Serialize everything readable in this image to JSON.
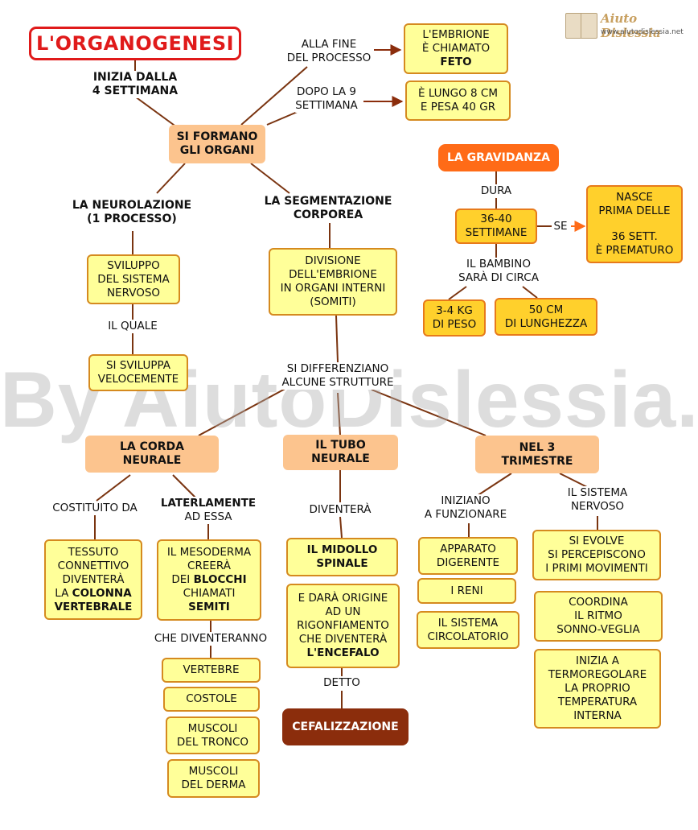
{
  "title": "L'ORGANOGENESI",
  "logo": {
    "name": "Aiuto Dislessia",
    "url": "www.aiutodislessia.net"
  },
  "watermark": "By AiutoDislessia.net",
  "labels": {
    "inizia_1": "INIZIA DALLA",
    "inizia_2": "4 SETTIMANA",
    "alla_fine_1": "ALLA FINE",
    "alla_fine_2": "DEL PROCESSO",
    "dopo_1": "DOPO LA 9",
    "dopo_2": "SETTIMANA",
    "neurolazione_1": "LA NEUROLAZIONE",
    "neurolazione_2": "(1 PROCESSO)",
    "segmentazione_1": "LA SEGMENTAZIONE",
    "segmentazione_2": "CORPOREA",
    "il_quale": "IL QUALE",
    "differenziano_1": "SI DIFFERENZIANO",
    "differenziano_2": "ALCUNE STRUTTURE",
    "costituito": "COSTITUITO DA",
    "laterlamente_1": "LATERLAMENTE",
    "laterlamente_2": "AD ESSA",
    "diventera": "DIVENTERÀ",
    "iniziano_1": "INIZIANO",
    "iniziano_2": "A FUNZIONARE",
    "sistema_1": "IL SISTEMA",
    "sistema_2": "NERVOSO",
    "che_diventeranno": "CHE DIVENTERANNO",
    "detto": "DETTO",
    "dura": "DURA",
    "se": "SE",
    "bambino_1": "IL BAMBINO",
    "bambino_2": "SARÀ DI CIRCA"
  },
  "boxes": {
    "feto_1": "L'EMBRIONE",
    "feto_2": "È CHIAMATO",
    "feto_3": "FETO",
    "lungo_1": "È LUNGO 8 CM",
    "lungo_2": "E PESA 40 GR",
    "organi_1": "SI FORMANO",
    "organi_2": "GLI ORGANI",
    "sviluppo_1": "SVILUPPO",
    "sviluppo_2": "DEL SISTEMA",
    "sviluppo_3": "NERVOSO",
    "divisione_1": "DIVISIONE",
    "divisione_2": "DELL'EMBRIONE",
    "divisione_3": "IN ORGANI INTERNI",
    "divisione_4": "(SOMITI)",
    "velocemente_1": "SI SVILUPPA",
    "velocemente_2": "VELOCEMENTE",
    "corda_1": "LA CORDA",
    "corda_2": "NEURALE",
    "tubo_1": "IL TUBO",
    "tubo_2": "NEURALE",
    "trimestre_1": "NEL 3",
    "trimestre_2": "TRIMESTRE",
    "tessuto_1": "TESSUTO",
    "tessuto_2": "CONNETTIVO",
    "tessuto_3": "DIVENTERÀ",
    "tessuto_4a": "LA ",
    "tessuto_4b": "COLONNA",
    "tessuto_5": "VERTEBRALE",
    "mesoderma_1": "IL MESODERMA",
    "mesoderma_2": "CREERÀ",
    "mesoderma_3a": "DEI ",
    "mesoderma_3b": "BLOCCHI",
    "mesoderma_4": "CHIAMATI",
    "mesoderma_5": "SEMITI",
    "midollo_1": "IL MIDOLLO",
    "midollo_2": "SPINALE",
    "origine_1": "E DARÀ ORIGINE",
    "origine_2": "AD UN",
    "origine_3": "RIGONFIAMENTO",
    "origine_4": "CHE DIVENTERÀ",
    "origine_5": "L'ENCEFALO",
    "apparato_1": "APPARATO",
    "apparato_2": "DIGERENTE",
    "reni": "I RENI",
    "circolatorio_1": "IL SISTEMA",
    "circolatorio_2": "CIRCOLATORIO",
    "evolve_1": "SI EVOLVE",
    "evolve_2": "SI PERCEPISCONO",
    "evolve_3": "I PRIMI MOVIMENTI",
    "coordina_1": "COORDINA",
    "coordina_2": "IL RITMO",
    "coordina_3": "SONNO-VEGLIA",
    "termo_1": "INIZIA A",
    "termo_2": "TERMOREGOLARE",
    "termo_3": "LA PROPRIO",
    "termo_4": "TEMPERATURA",
    "termo_5": "INTERNA",
    "vertebre": "VERTEBRE",
    "costole": "COSTOLE",
    "muscoli_tronco_1": "MUSCOLI",
    "muscoli_tronco_2": "DEL TRONCO",
    "muscoli_derma_1": "MUSCOLI",
    "muscoli_derma_2": "DEL DERMA",
    "cefalizzazione": "CEFALIZZAZIONE",
    "gravidanza": "LA GRAVIDANZA",
    "settimane_1": "36-40",
    "settimane_2": "SETTIMANE",
    "nasce_1": "NASCE",
    "nasce_2": "PRIMA DELLE",
    "nasce_3": "36 SETT.",
    "nasce_4": "È PREMATURO",
    "peso_1": "3-4 KG",
    "peso_2": "DI PESO",
    "lunghezza_1": "50 CM",
    "lunghezza_2": "DI LUNGHEZZA"
  },
  "colors": {
    "title_red": "#e01a1a",
    "box_yellow": "#ffff99",
    "box_border": "#d58a1f",
    "peach": "#fcc48e",
    "orange": "#ff6b17",
    "gold": "#ffd02c",
    "dark_brown": "#8b2d0c",
    "line": "#7a3410"
  }
}
